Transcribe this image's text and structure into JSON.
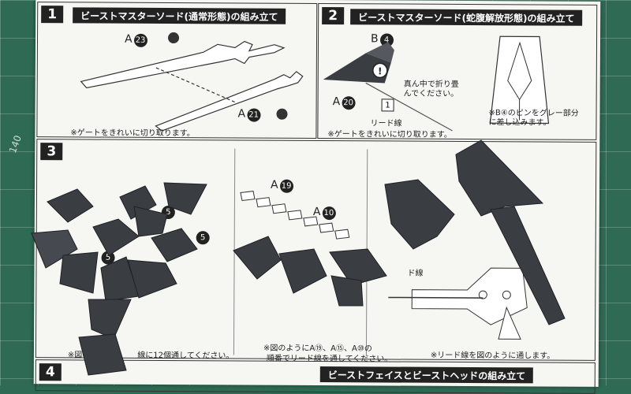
{
  "mat": {
    "ruler_label": "140",
    "colors": {
      "mat": "#2f6a55",
      "paper": "#f6f6f3",
      "part": "#3a3d42"
    }
  },
  "step1": {
    "number": "1",
    "title": "ビーストマスターソード(通常形態)の組み立て",
    "parts": [
      {
        "letter": "A",
        "number": "23"
      },
      {
        "letter": "A",
        "number": "21"
      }
    ],
    "note": "※ゲートをきれいに切り取ります。"
  },
  "step2": {
    "number": "2",
    "title": "ビーストマスターソード(蛇腹解放形態)の組み立て",
    "parts": [
      {
        "letter": "B",
        "number": "4"
      },
      {
        "letter": "A",
        "number": "20"
      }
    ],
    "callout": "真ん中で折り畳んでください。",
    "box_number": "1",
    "wire_label": "リード線",
    "pin_note": "※B④のピンをグレー部分に差し込みます。",
    "note": "※ゲートをきれいに切り取ります。"
  },
  "step3": {
    "number": "3",
    "parts": [
      {
        "letter": "A",
        "number": "19"
      },
      {
        "letter": "A",
        "number": "10"
      }
    ],
    "count_labels": [
      "5",
      "5",
      "5"
    ],
    "wire_label": "ド線",
    "note_left": "※図のように　　　線に12個通してください。",
    "note_mid_line1": "※図のようにA⑲、A⑮、A⑩の",
    "note_mid_line2": "順番でリード線を通してください。",
    "note_right": "※リード線を図のように通します。"
  },
  "step4": {
    "number": "4",
    "title": "ビーストフェイスとビーストヘッドの組み立て"
  }
}
